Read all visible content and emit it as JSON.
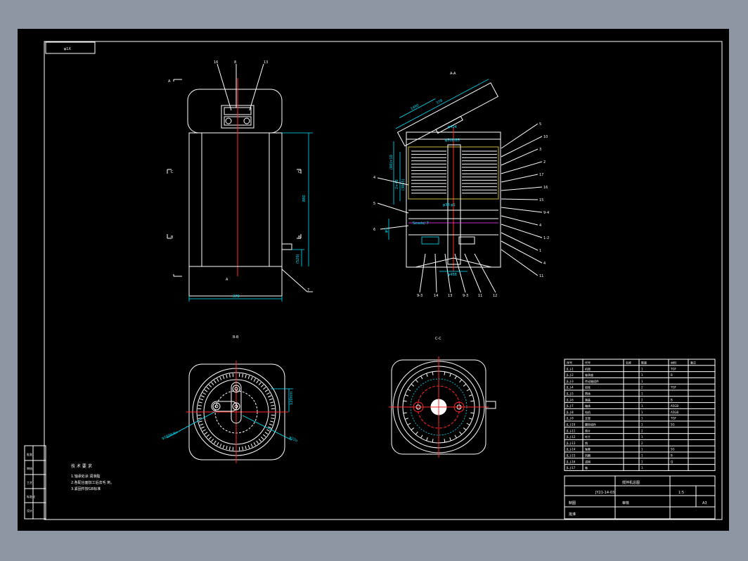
{
  "drawing": {
    "corner_label": "φ1X",
    "colors": {
      "background": "#000000",
      "outline": "#ffffff",
      "dimension": "#00e5ff",
      "centerline": "#ff2a2a",
      "hatch": "#f4e04d"
    }
  },
  "front_view": {
    "section_marks": [
      "A",
      "A",
      "C",
      "C",
      "B",
      "B"
    ],
    "balloons": [
      "16",
      "8",
      "13",
      "7"
    ],
    "dims": {
      "height": "880",
      "width": "378",
      "offset": "(520)"
    }
  },
  "section_aa": {
    "title": "A-A",
    "top_dims": [
      "378",
      "1490",
      "φ404",
      "φ508/85"
    ],
    "left_dims": [
      "(60)×10",
      "2×40",
      "(3865)",
      "4",
      "5",
      "ψ0",
      "6"
    ],
    "inner_labels": [
      "φ38 φ1",
      "Sesele/ 7"
    ],
    "right_balloons": [
      "5",
      "10",
      "3",
      "2",
      "17",
      "16",
      "15",
      "9-4",
      "4",
      "1-2",
      "1",
      "4",
      "11"
    ],
    "bottom_balloons": [
      "9-3",
      "14",
      "13",
      "9-3",
      "11",
      "12"
    ],
    "bottom_dim": "φ458"
  },
  "section_bb": {
    "title": "B-B",
    "dims": [
      "120mm",
      "φ1666/6n",
      "φ22n"
    ]
  },
  "section_cc": {
    "title": "C-C"
  },
  "notes": {
    "title": "技 术 要 求",
    "lines": [
      "1.轴承处涂 润滑脂",
      "2.各配合面加工后去毛 刺。",
      "3.紧固件按GB标准"
    ]
  },
  "left_strip": [
    "批准",
    "审核",
    "工艺",
    "标准化",
    "设计"
  ],
  "parts_table": {
    "headers": [
      "序号",
      "代号",
      "名称",
      "数量",
      "材料",
      "备注"
    ],
    "rows": [
      [
        "JL.J-1",
        "机架",
        "1",
        "TGF"
      ],
      [
        "JL.J-2",
        "轴承座",
        "1",
        "B"
      ],
      [
        "JL.J-3",
        "传动轴组件",
        "1",
        ""
      ],
      [
        "JL.J-4",
        "齿轮",
        "2",
        "TGF"
      ],
      [
        "JL.J-5",
        "筒体",
        "1",
        ""
      ],
      [
        "JL.J-6",
        "端盖",
        "2",
        "B"
      ],
      [
        "JL.J-7",
        "箱体",
        "1",
        "A5GB"
      ],
      [
        "JL.J-8",
        "电机",
        "1",
        "A5GB"
      ],
      [
        "JL.J-9",
        "支架",
        "1",
        "TGF"
      ],
      [
        "JL.J-10",
        "螺栓组件",
        "1",
        "5G"
      ],
      [
        "JL.J-11",
        "垫片",
        "2",
        ""
      ],
      [
        "JL.J-12",
        "叶片",
        "1",
        ""
      ],
      [
        "JL.J-13",
        "销",
        "2",
        ""
      ],
      [
        "JL.J-14",
        "轴套",
        "1",
        "5G"
      ],
      [
        "JL.J-15",
        "挡圈",
        "1",
        "B"
      ],
      [
        "JL.J-16",
        "滤网",
        "1",
        "Q"
      ],
      [
        "JL.J-17",
        "轴",
        "1",
        ""
      ]
    ]
  },
  "title_block": {
    "name": "搅拌机总图",
    "code": "JY21-14-03",
    "scale": "1:5",
    "sheet": "A3",
    "drafted": "制图",
    "checked": "审核",
    "approved": "批准"
  }
}
